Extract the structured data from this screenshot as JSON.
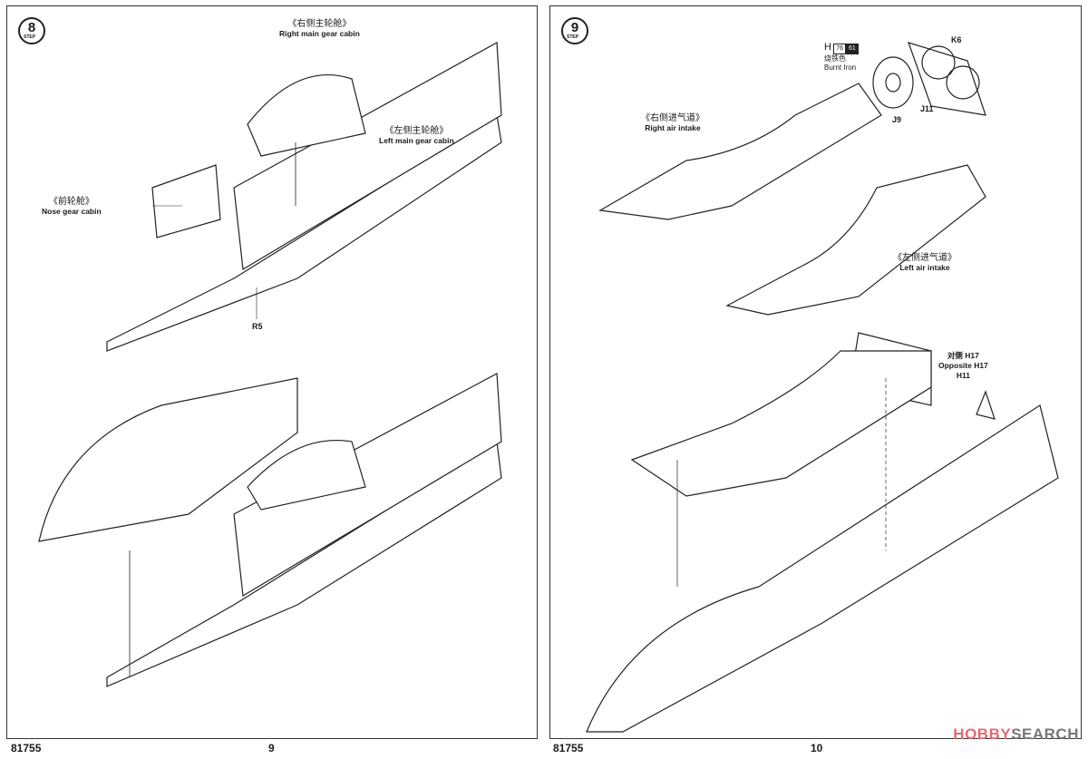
{
  "pages": [
    {
      "step": "8",
      "step_label": "STEP",
      "page_number": "9",
      "kit_code": "81755",
      "labels": {
        "right_main_gear": {
          "cn": "《右侧主轮舱》",
          "en": "Right main gear cabin"
        },
        "left_main_gear": {
          "cn": "《左侧主轮舱》",
          "en": "Left main gear cabin"
        },
        "nose_gear": {
          "cn": "《前轮舱》",
          "en": "Nose gear cabin"
        }
      },
      "parts": {
        "r5": "R5"
      }
    },
    {
      "step": "9",
      "step_label": "STEP",
      "page_number": "10",
      "kit_code": "81755",
      "labels": {
        "right_air_intake": {
          "cn": "《右侧进气道》",
          "en": "Right air intake"
        },
        "left_air_intake": {
          "cn": "《左侧进气道》",
          "en": "Left air intake"
        },
        "opposite": {
          "cn": "对侧 H17",
          "en": "Opposite H17"
        }
      },
      "parts": {
        "k6": "K6",
        "j9": "J9",
        "j11": "J11",
        "h11": "H11"
      },
      "paint": {
        "letter": "H",
        "code1": "76",
        "code2": "61",
        "cn": "烧铁色",
        "en": "Burnt Iron"
      }
    }
  ],
  "watermark": {
    "part1": "HOBBY",
    "part2": "SEARCH"
  }
}
